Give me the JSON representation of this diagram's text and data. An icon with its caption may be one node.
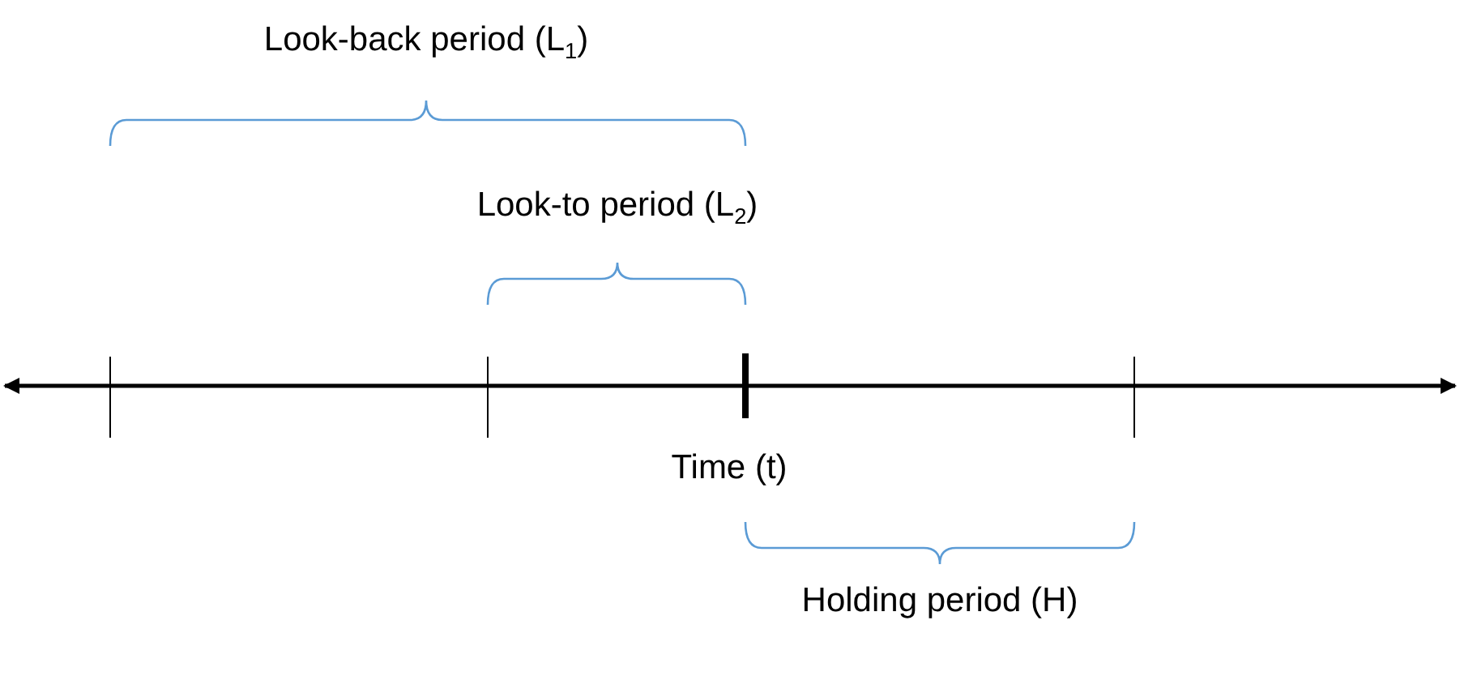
{
  "diagram": {
    "labels": [
      "Look-back period (L$_{1}$)",
      "Look-to period (L$_{2}$)",
      "Time (t)",
      "Holding period (H)"
    ]
  }
}
